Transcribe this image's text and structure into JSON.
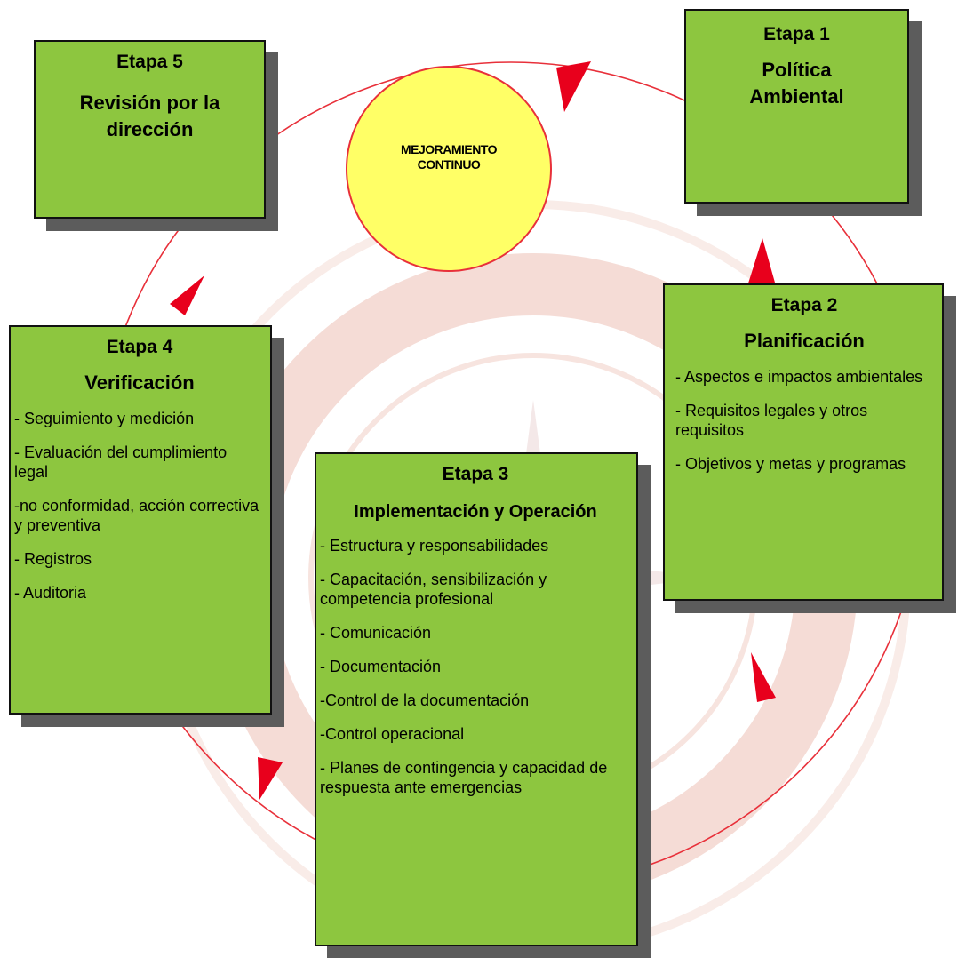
{
  "center": {
    "label": "MEJORAMIENTO CONTINUO"
  },
  "stages": {
    "etapa1": {
      "stage": "Etapa 1",
      "title": "Política Ambiental",
      "items": []
    },
    "etapa2": {
      "stage": "Etapa 2",
      "title": "Planificación",
      "items": [
        "- Aspectos e impactos ambientales",
        "- Requisitos legales y otros requisitos",
        "- Objetivos  y metas y programas"
      ]
    },
    "etapa3": {
      "stage": "Etapa 3",
      "title": "Implementación y Operación",
      "items": [
        "- Estructura y  responsabilidades",
        "- Capacitación, sensibilización y competencia profesional",
        "- Comunicación",
        "- Documentación",
        "-Control de la documentación",
        "-Control operacional",
        "- Planes de contingencia y capacidad de respuesta ante emergencias"
      ]
    },
    "etapa4": {
      "stage": "Etapa 4",
      "title": "Verificación",
      "items": [
        "- Seguimiento y medición",
        "- Evaluación del cumplimiento legal",
        "-no conformidad, acción correctiva y preventiva",
        "- Registros",
        "- Auditoria"
      ]
    },
    "etapa5": {
      "stage": "Etapa 5",
      "title": "Revisión por la dirección",
      "items": []
    }
  },
  "colors": {
    "box_fill": "#8dc63f",
    "circle_fill": "#ffff66",
    "cycle_line": "#e8303a",
    "arrow": "#e8001c",
    "watermark": "#f2d3cc"
  }
}
